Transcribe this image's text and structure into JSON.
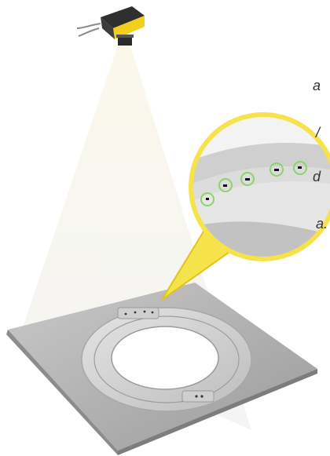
{
  "text_fragments": [
    "a",
    "/",
    "d",
    "a."
  ],
  "colors": {
    "camera_body": "#2f2f2f",
    "camera_accent": "#f2cf1a",
    "light_cone": "#f4f0d8",
    "plate": "#b4b4b4",
    "ring": "#d3d3d3",
    "callout_fill": "#f6e24a",
    "callout_stroke": "#e3c21c",
    "feature_marker": "#8ed26a"
  },
  "icons": [
    "camera-icon",
    "magnifier-callout-icon"
  ]
}
